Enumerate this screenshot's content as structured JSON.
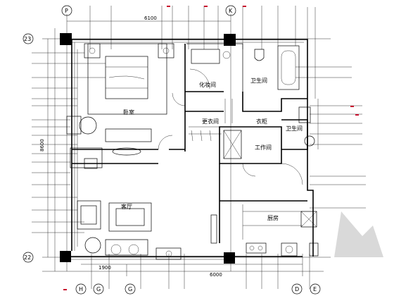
{
  "rooms": {
    "bedroom": "卧室",
    "living_room": "客厅",
    "dressing_room": "化妆间",
    "bathroom_main": "卫生间",
    "closet": "更衣间",
    "corridor": "衣柜",
    "bathroom_second": "卫生间",
    "utility": "工作间",
    "kitchen": "厨房"
  },
  "dimensions": {
    "top_total": "6100",
    "left_total": "8600",
    "bottom_left": "1900",
    "bottom_total": "6000"
  },
  "axes": {
    "top_left": "P",
    "top_right": "K",
    "left_top": "23",
    "left_bottom": "22",
    "bottom": [
      "H",
      "G",
      "G",
      "D",
      "E"
    ]
  },
  "brand_colors": {
    "line": "#000000",
    "accent": "#c8102e"
  }
}
